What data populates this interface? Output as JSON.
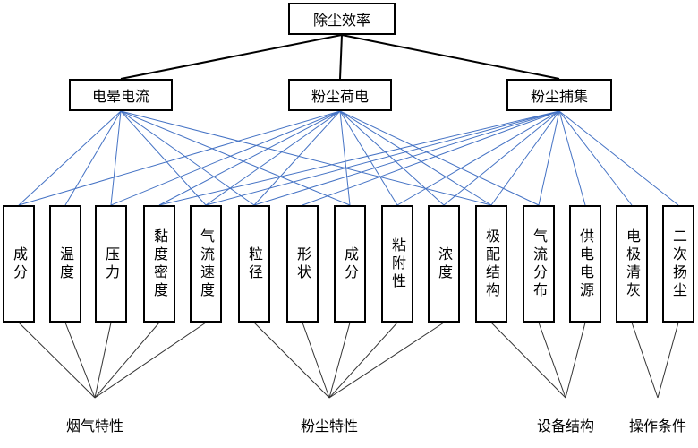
{
  "root": "除尘效率",
  "mechanisms": [
    "电晕电流",
    "粉尘荷电",
    "粉尘捕集"
  ],
  "factors": [
    "成分",
    "温度",
    "压力",
    "黏度密度",
    "气流速度",
    "粒径",
    "形状",
    "成分",
    "粘附性",
    "浓度",
    "极配结构",
    "气流分布",
    "供电电源",
    "电极清灰",
    "二次扬尘"
  ],
  "groups": [
    "烟气特性",
    "粉尘特性",
    "设备结构",
    "操作条件"
  ],
  "colors": {
    "mechanism_links": "#4472c4",
    "tree_lines": "#000000",
    "group_lines": "#333333"
  }
}
